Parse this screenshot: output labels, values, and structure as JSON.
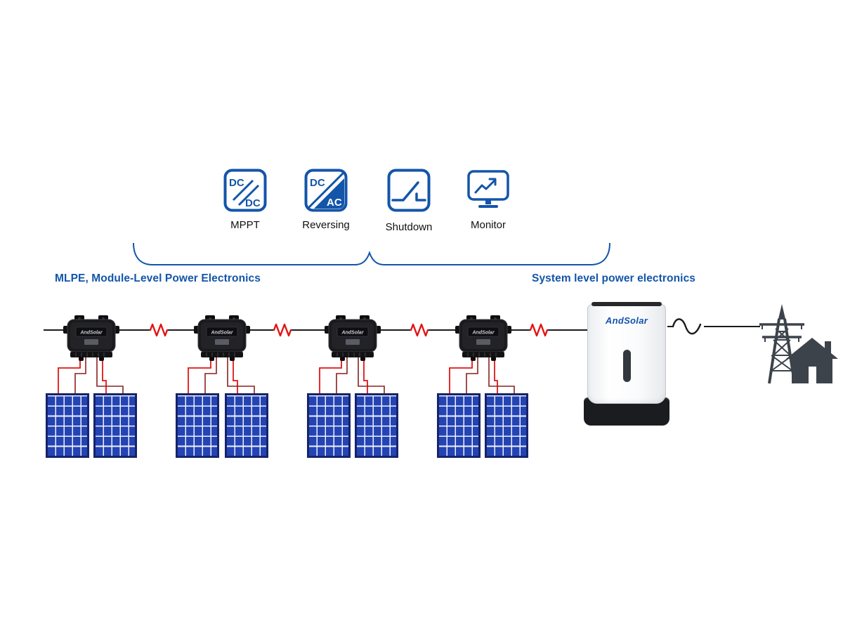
{
  "colors": {
    "accent_blue": "#1355a9",
    "wire_red": "#e11414",
    "wire_dark": "#8a2020",
    "line": "#1c1c1c",
    "panel_blue": "#2444b4",
    "panel_line": "#eef1f8",
    "panel_border": "#16246b",
    "device_dark": "#1a1a1d",
    "silhouette": "#3d434b"
  },
  "diagram": {
    "features": [
      {
        "label": "MPPT",
        "box_top": "DC",
        "box_bottom": "DC"
      },
      {
        "label": "Reversing",
        "box_top": "DC",
        "box_bottom": "AC"
      },
      {
        "label": "Shutdown"
      },
      {
        "label": "Monitor"
      }
    ],
    "group_labels": {
      "mlpe": "MLPE, Module-Level Power Electronics",
      "system": "System level power electronics"
    },
    "microinverter_brand": "AndSolar",
    "inverter_brand": "AndSolar"
  }
}
